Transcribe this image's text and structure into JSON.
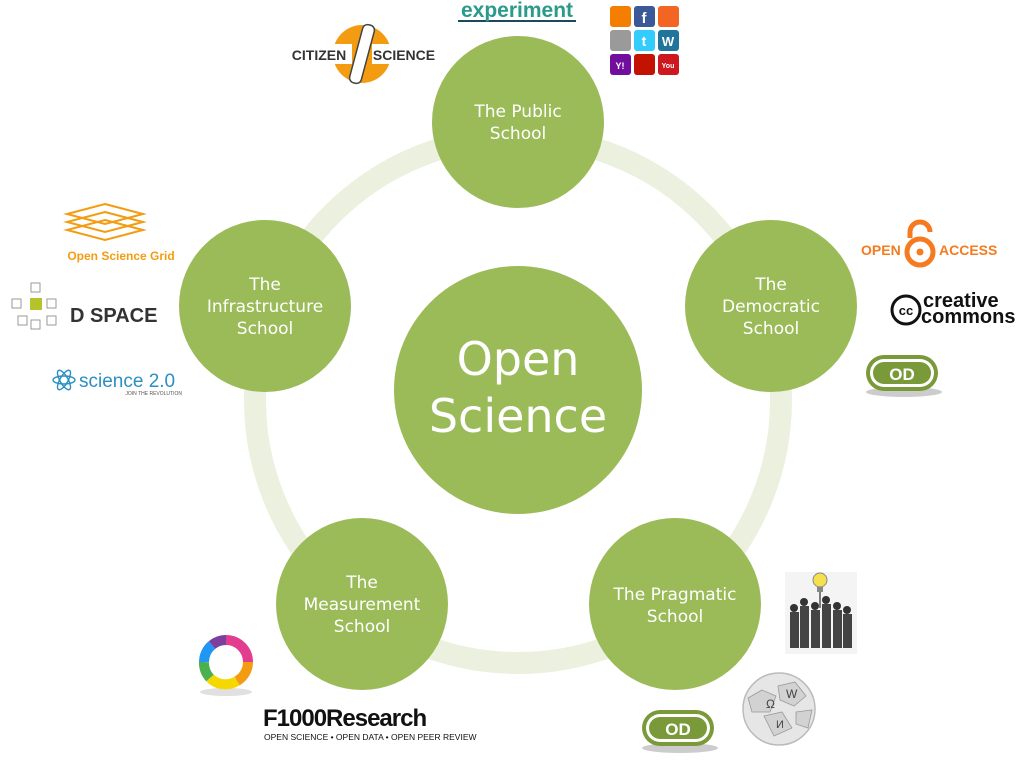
{
  "diagram": {
    "center": {
      "line1": "Open",
      "line2": "Science"
    },
    "nodes": [
      {
        "id": "public",
        "lines": [
          "The Public",
          "School"
        ]
      },
      {
        "id": "democratic",
        "lines": [
          "The",
          "Democratic",
          "School"
        ]
      },
      {
        "id": "pragmatic",
        "lines": [
          "The Pragmatic",
          "School"
        ]
      },
      {
        "id": "measurement",
        "lines": [
          "The",
          "Measurement",
          "School"
        ]
      },
      {
        "id": "infrastructure",
        "lines": [
          "The",
          "Infrastructure",
          "School"
        ]
      }
    ]
  },
  "logos": {
    "experiment": "experiment",
    "citizen_science": {
      "left": "CITIZEN",
      "right": "SCIENCE"
    },
    "open_science_grid": "Open Science Grid",
    "dspace": "D SPACE",
    "science20": {
      "main": "science 2.0",
      "tagline": "JOIN THE REVOLUTION"
    },
    "open_access": {
      "left": "OPEN",
      "right": "ACCESS"
    },
    "creative_commons": {
      "line1": "creative",
      "line2": "commons"
    },
    "od": "OD",
    "f1000": {
      "main": "F1000Research",
      "tagline": "OPEN SCIENCE • OPEN DATA • OPEN PEER REVIEW"
    }
  },
  "colors": {
    "node": "#9bbb59",
    "ring": "#ebf1de",
    "osg_orange": "#f39c12",
    "open_access_orange": "#f47b20",
    "od_green": "#7a9a3a"
  }
}
